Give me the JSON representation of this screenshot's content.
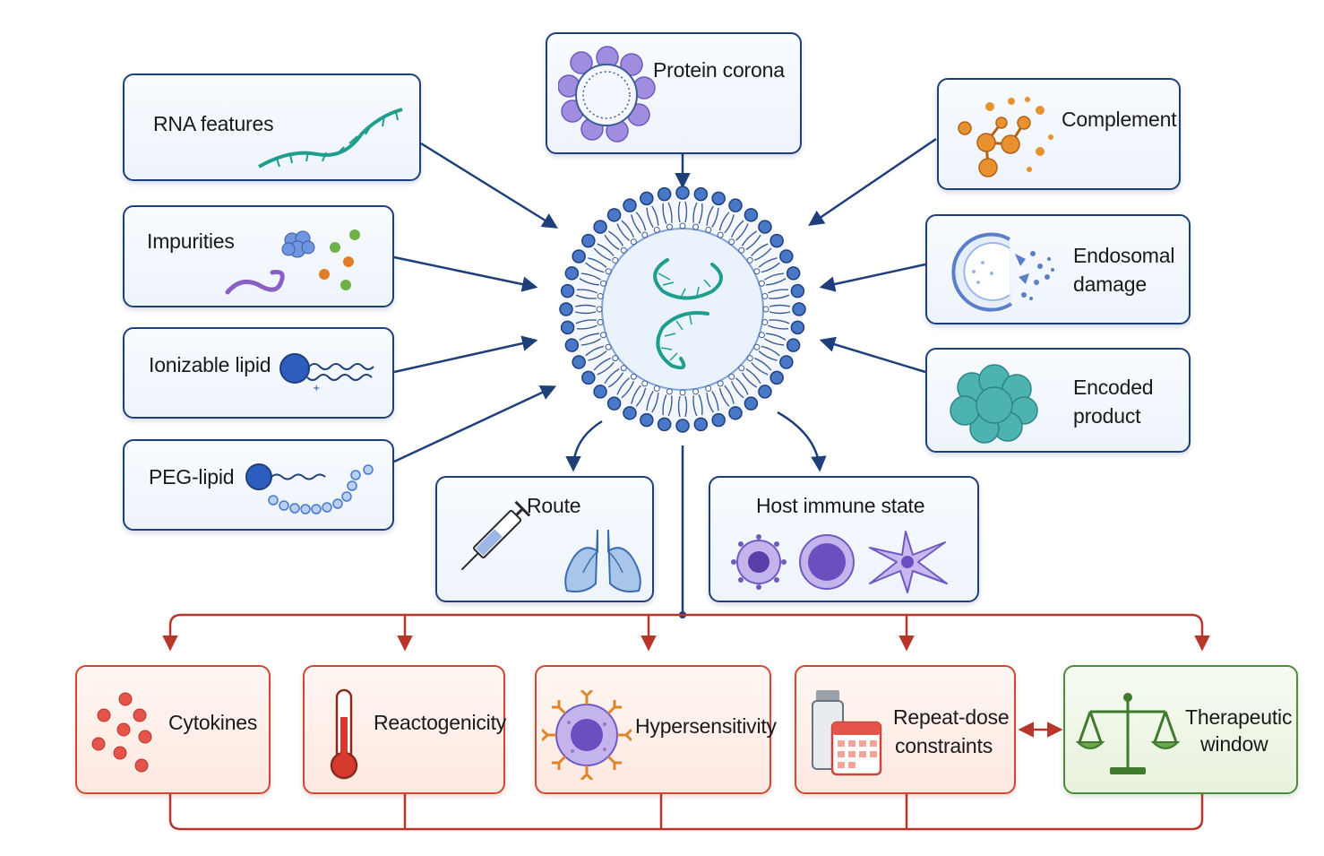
{
  "inputs_left": {
    "rna_features": "RNA features",
    "impurities": "Impurities",
    "ionizable_lipid": "Ionizable lipid",
    "peg_lipid": "PEG-lipid"
  },
  "inputs_top": {
    "protein_corona": "Protein corona"
  },
  "inputs_right": {
    "complement": "Complement",
    "endosomal_damage": [
      "Endosomal",
      "damage"
    ],
    "encoded_product": [
      "Encoded",
      "product"
    ]
  },
  "modifiers": {
    "route": "Route",
    "host_immune_state": "Host immune state"
  },
  "outcomes": {
    "cytokines": "Cytokines",
    "reactogenicity": "Reactogenicity",
    "hypersensitivity": "Hypersensitivity",
    "repeat_dose": [
      "Repeat-dose",
      "constraints"
    ],
    "therapeutic_window": [
      "Therapeutic",
      "window"
    ]
  },
  "colors": {
    "navy": "#1f3f7a",
    "red": "#b8352a",
    "green": "#4f8a3c",
    "teal": "#1f9e8e",
    "lipid_head": "#4a78c9"
  },
  "icons": [
    "rna-strand-icon",
    "protein-corona-icon",
    "complement-icon",
    "impurities-icon",
    "endosome-icon",
    "ionizable-lipid-icon",
    "encoded-protein-icon",
    "peg-lipid-icon",
    "syringe-icon",
    "lungs-icon",
    "immune-cell-icons",
    "droplets-icon",
    "thermometer-icon",
    "mast-cell-icon",
    "vial-calendar-icon",
    "scale-icon"
  ]
}
